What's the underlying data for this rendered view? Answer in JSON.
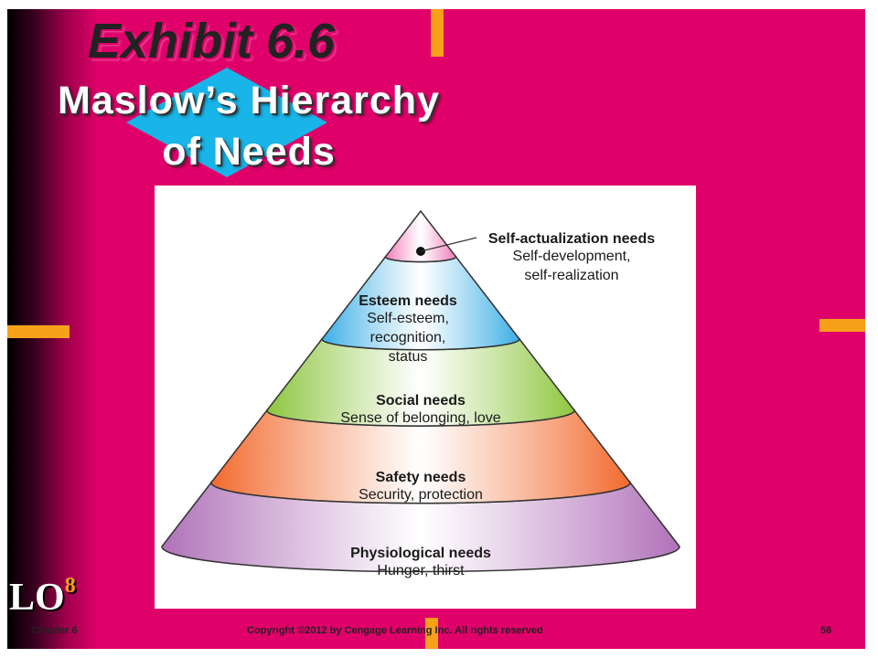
{
  "slide": {
    "exhibit": "Exhibit 6.6",
    "title_line1": "Maslow’s Hierarchy",
    "title_line2": "of Needs",
    "lo_label": "LO",
    "lo_number": "8",
    "footer": {
      "chapter": "Chapter 6",
      "copyright": "Copyright ©2012 by Cengage Learning Inc. All rights reserved",
      "page": "56"
    },
    "colors": {
      "background": "#e0006a",
      "accent": "#f7a11a",
      "diamond": "#19b4e8"
    }
  },
  "pyramid": {
    "levels": [
      {
        "name": "Self-actualization needs",
        "detail": [
          "Self-development,",
          "self-realization"
        ],
        "color": "#f07bb8"
      },
      {
        "name": "Esteem needs",
        "detail": [
          "Self-esteem,",
          "recognition,",
          "status"
        ],
        "color": "#3aaee6"
      },
      {
        "name": "Social needs",
        "detail": [
          "Sense of belonging, love"
        ],
        "color": "#8dc63f"
      },
      {
        "name": "Safety needs",
        "detail": [
          "Security, protection"
        ],
        "color": "#f26a2e"
      },
      {
        "name": "Physiological needs",
        "detail": [
          "Hunger, thirst"
        ],
        "color": "#b071b9"
      }
    ]
  }
}
